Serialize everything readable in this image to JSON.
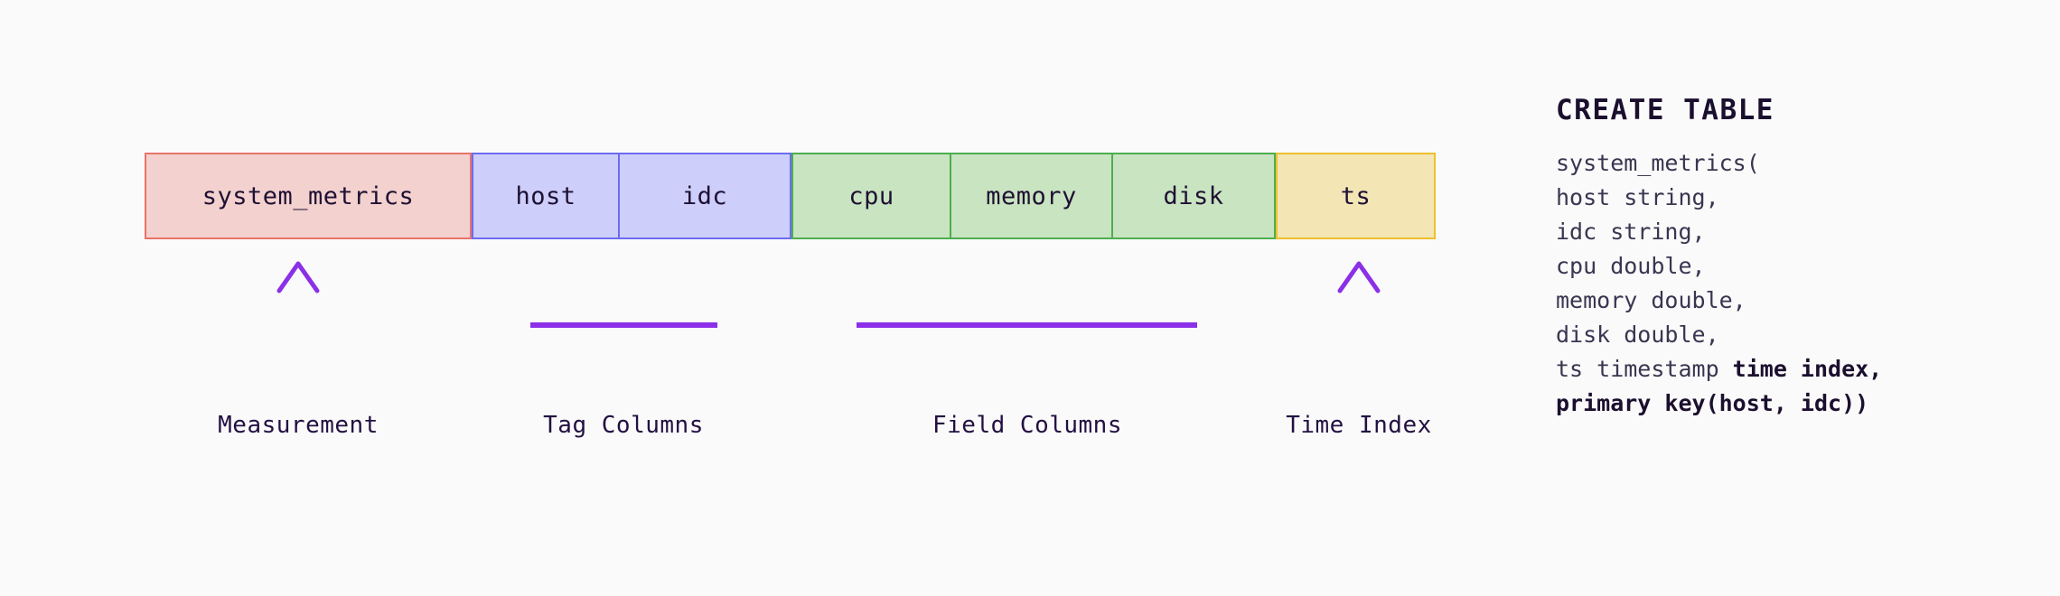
{
  "background_color": "#FAFAFA",
  "diagram": {
    "groups": [
      {
        "name": "measurement",
        "annotation": "Measurement",
        "connector": "arrow",
        "fill": "#F3D1CE",
        "border": "#E8736A",
        "cells": [
          {
            "label": "system_metrics"
          }
        ]
      },
      {
        "name": "tag-columns",
        "annotation": "Tag Columns",
        "connector": "bracket",
        "fill": "#CDCEFA",
        "border": "#6C6CF0",
        "cells": [
          {
            "label": "host"
          },
          {
            "label": "idc"
          }
        ]
      },
      {
        "name": "field-columns",
        "annotation": "Field Columns",
        "connector": "bracket",
        "fill": "#C9E4C1",
        "border": "#4CAF50",
        "cells": [
          {
            "label": "cpu"
          },
          {
            "label": "memory"
          },
          {
            "label": "disk"
          }
        ]
      },
      {
        "name": "time-index",
        "annotation": "Time Index",
        "connector": "arrow",
        "fill": "#F3E5B4",
        "border": "#EFBF2E",
        "cells": [
          {
            "label": "ts"
          }
        ]
      }
    ],
    "connector_color": "#8B2FE8"
  },
  "code": {
    "title": "CREATE TABLE",
    "lines": [
      {
        "plain": "system_metrics(",
        "bold": ""
      },
      {
        "plain": "host string,",
        "bold": ""
      },
      {
        "plain": "idc string,",
        "bold": ""
      },
      {
        "plain": "cpu double,",
        "bold": ""
      },
      {
        "plain": "memory double,",
        "bold": ""
      },
      {
        "plain": "disk double,",
        "bold": ""
      },
      {
        "plain": "ts timestamp ",
        "bold": "time index,"
      },
      {
        "plain": "",
        "bold": "primary key(host, idc))"
      }
    ]
  }
}
